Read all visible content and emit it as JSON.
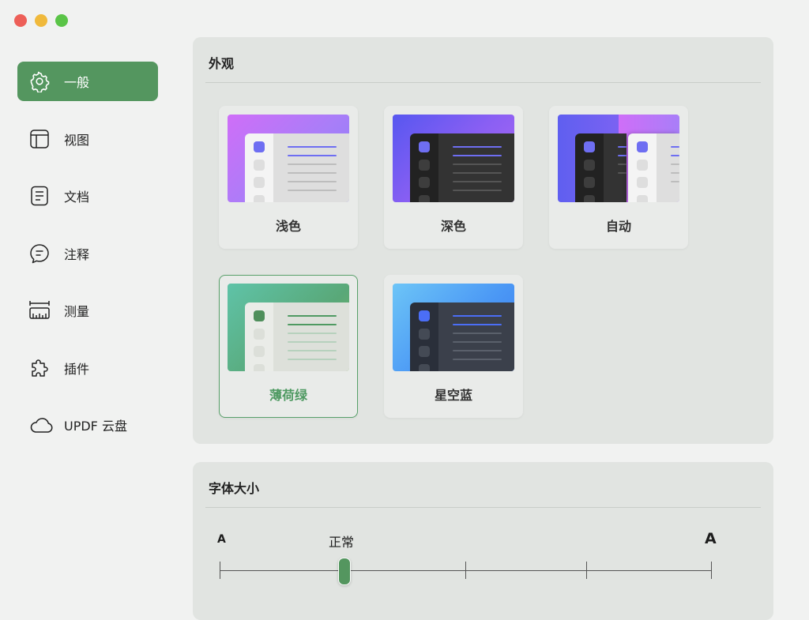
{
  "window": {
    "controls": [
      "close",
      "minimize",
      "maximize"
    ]
  },
  "sidebar": {
    "items": [
      {
        "label": "一般",
        "icon": "gear-icon",
        "active": true
      },
      {
        "label": "视图",
        "icon": "layout-icon"
      },
      {
        "label": "文档",
        "icon": "document-icon"
      },
      {
        "label": "注释",
        "icon": "comment-icon"
      },
      {
        "label": "测量",
        "icon": "ruler-icon"
      },
      {
        "label": "插件",
        "icon": "puzzle-icon"
      },
      {
        "label": "UPDF 云盘",
        "icon": "cloud-icon"
      }
    ]
  },
  "appearance": {
    "title": "外观",
    "themes": [
      {
        "label": "浅色"
      },
      {
        "label": "深色"
      },
      {
        "label": "自动"
      },
      {
        "label": "薄荷绿",
        "selected": true
      },
      {
        "label": "星空蓝"
      }
    ]
  },
  "font_size": {
    "title": "字体大小",
    "small_label": "A",
    "current_label": "正常",
    "large_label": "A",
    "selected_step": 2,
    "total_steps": 5
  },
  "colors": {
    "accent": "#54965f"
  }
}
